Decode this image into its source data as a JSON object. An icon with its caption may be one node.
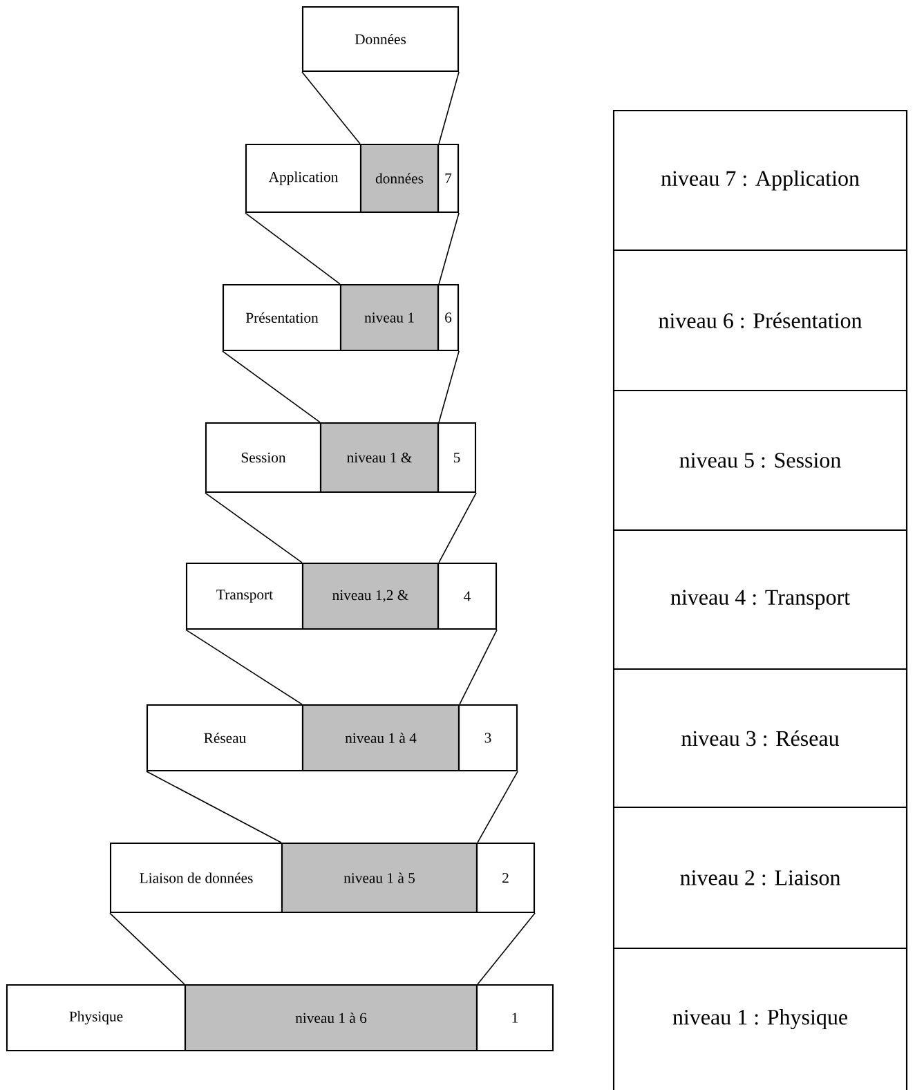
{
  "diagram": {
    "nodes": [
      {
        "text": [
          "Données"
        ]
      },
      {
        "text": [
          "Application"
        ]
      },
      {
        "text": [
          "données"
        ]
      },
      {
        "text": [
          "7"
        ]
      },
      {
        "text": [
          "Présentation"
        ]
      },
      {
        "text": [
          "niveau 1"
        ]
      },
      {
        "text": [
          "6"
        ]
      },
      {
        "text": [
          "Session"
        ]
      },
      {
        "text": [
          "niveau 1 &"
        ]
      },
      {
        "text": [
          "5"
        ]
      },
      {
        "text": [
          "Transport"
        ]
      },
      {
        "text": [
          "niveau 1,2 &"
        ]
      },
      {
        "text": [
          "4"
        ]
      },
      {
        "text": [
          "Réseau"
        ]
      },
      {
        "text": [
          "niveau 1 à 4"
        ]
      },
      {
        "text": [
          "3"
        ]
      },
      {
        "text": [
          "Liaison de données"
        ]
      },
      {
        "text": [
          "niveau 1 à 5"
        ]
      },
      {
        "text": [
          "2"
        ]
      },
      {
        "text": [
          "Physique"
        ]
      },
      {
        "text": [
          "niveau 1 à 6"
        ]
      },
      {
        "text": [
          "1"
        ]
      },
      {
        "text": [
          "niveau 7 : Application"
        ]
      },
      {
        "text": [
          "niveau 6 : Présentation"
        ]
      },
      {
        "text": [
          "niveau 5 : Session"
        ]
      },
      {
        "text": [
          "niveau 4 : Transport"
        ]
      },
      {
        "text": [
          "niveau 3 : Réseau"
        ]
      },
      {
        "text": [
          "niveau 2 : Liaison"
        ]
      },
      {
        "text": [
          "niveau 1 : Physique"
        ]
      }
    ],
    "edges": [
      {
        "from": 0,
        "to": 2,
        "arrow": "none"
      },
      {
        "from": 0,
        "to": 2,
        "arrow": "none"
      },
      {
        "from": 1,
        "to": 5,
        "arrow": "none"
      },
      {
        "from": 3,
        "to": 5,
        "arrow": "none"
      },
      {
        "from": 4,
        "to": 8,
        "arrow": "none"
      },
      {
        "from": 6,
        "to": 8,
        "arrow": "none"
      },
      {
        "from": 7,
        "to": 11,
        "arrow": "none"
      },
      {
        "from": 9,
        "to": 11,
        "arrow": "none"
      },
      {
        "from": 10,
        "to": 14,
        "arrow": "none"
      },
      {
        "from": 12,
        "to": 14,
        "arrow": "none"
      },
      {
        "from": 13,
        "to": 17,
        "arrow": "none"
      },
      {
        "from": 15,
        "to": 17,
        "arrow": "none"
      },
      {
        "from": 16,
        "to": 20,
        "arrow": "none"
      },
      {
        "from": 18,
        "to": 20,
        "arrow": "none"
      }
    ]
  }
}
